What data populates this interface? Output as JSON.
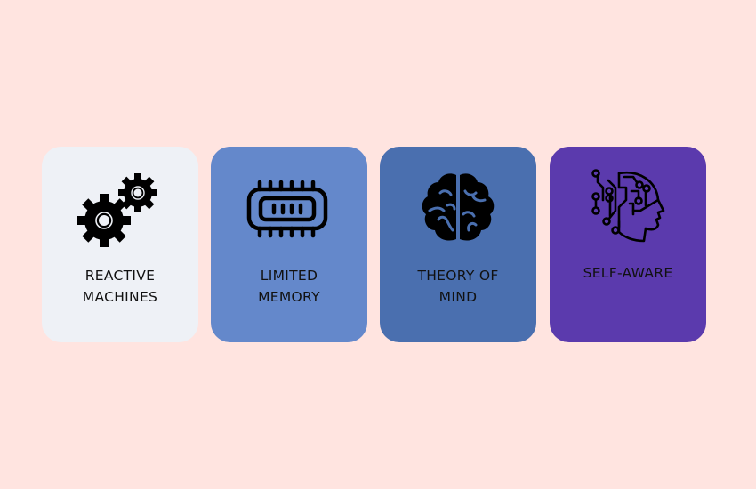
{
  "page": {
    "background": "#ffe4e0"
  },
  "cards": [
    {
      "label": "REACTIVE\nMACHINES",
      "icon": "gears-icon",
      "color": "#eef1f6"
    },
    {
      "label": "LIMITED\nMEMORY",
      "icon": "memory-chip-icon",
      "color": "#6488cb"
    },
    {
      "label": "THEORY OF\nMIND",
      "icon": "brain-icon",
      "color": "#4a6faf"
    },
    {
      "label": "SELF-AWARE",
      "icon": "ai-head-circuit-icon",
      "color": "#5b3aad"
    }
  ]
}
